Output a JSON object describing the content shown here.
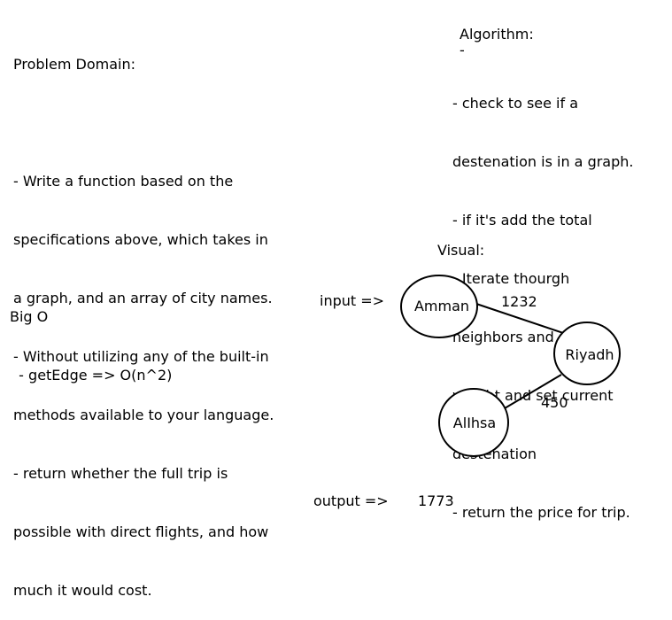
{
  "problem_domain": {
    "heading": "Problem Domain:",
    "lines": [
      "",
      "- Write a function based on the",
      "specifications above, which takes in",
      "a graph, and an array of city names.",
      "- Without utilizing any of the built-in",
      "methods available to your language.",
      "- return whether the full trip is",
      "possible with direct flights, and how",
      "much it would cost."
    ]
  },
  "algorithm": {
    "heading": "Algorithm:",
    "dash": "-",
    "lines": [
      "- check to see if a",
      "destenation is in a graph.",
      "- if it's add the total",
      "- Iterate thourgh",
      "neighbors and add to",
      "weight and set current",
      "destenation",
      "- return the price for trip."
    ]
  },
  "big_o": {
    "heading": "Big O",
    "item": "  - getEdge => O(n^2)"
  },
  "visual": {
    "label": "Visual:",
    "input_label": "input =>",
    "output_label": "output =>",
    "output_value": "1773",
    "nodes": [
      {
        "id": "amman",
        "label": "Amman"
      },
      {
        "id": "riyadh",
        "label": "Riyadh"
      },
      {
        "id": "alihsa",
        "label": "AlIhsa"
      }
    ],
    "edges": [
      {
        "from": "amman",
        "to": "riyadh",
        "weight": "1232"
      },
      {
        "from": "riyadh",
        "to": "alihsa",
        "weight": "450"
      }
    ]
  }
}
